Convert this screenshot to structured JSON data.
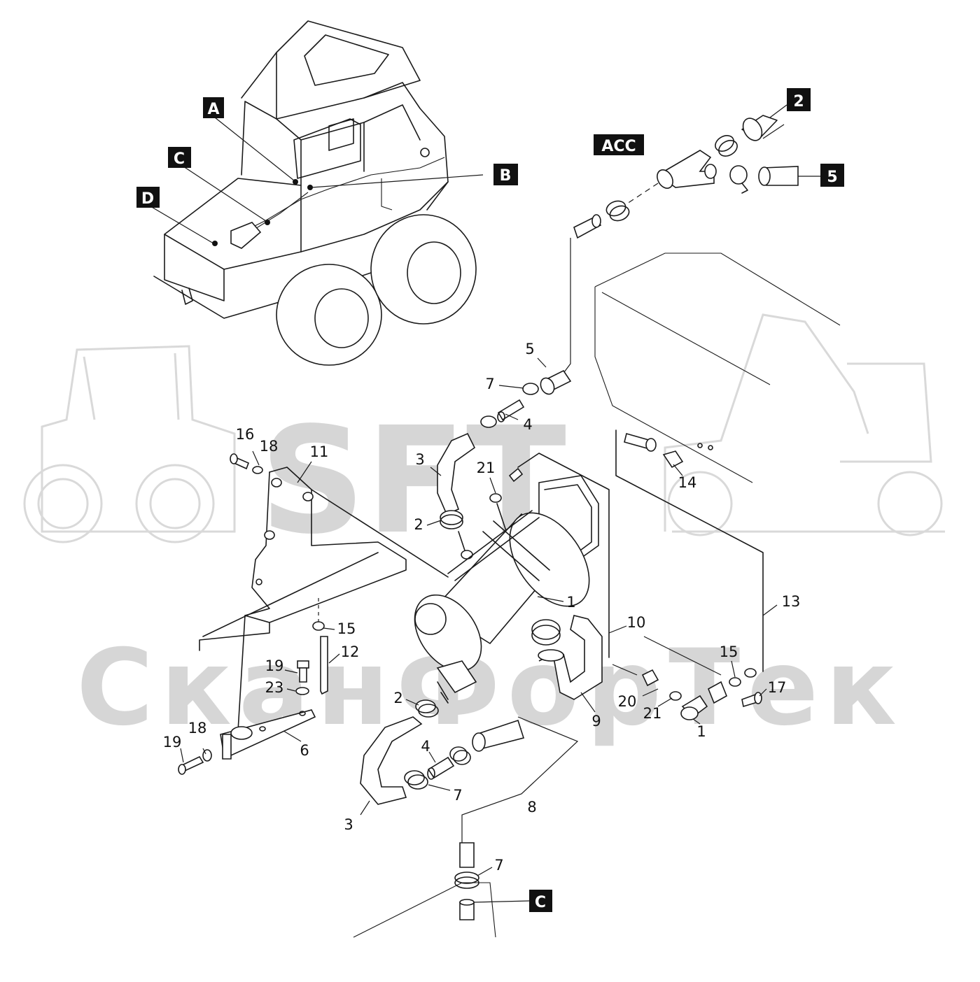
{
  "watermark": {
    "logo_text": "SFT",
    "company_text": "СканФорТек"
  },
  "callouts": {
    "A": "A",
    "B": "B",
    "C_top": "C",
    "D": "D",
    "ACC": "ACC",
    "two": "2",
    "five": "5",
    "C_bottom": "C"
  },
  "labels": {
    "l5": "5",
    "l7a": "7",
    "l4a": "4",
    "l3a": "3",
    "l21a": "21",
    "l2a": "2",
    "l16": "16",
    "l18a": "18",
    "l11": "11",
    "l14": "14",
    "l1a": "1",
    "l13": "13",
    "l10": "10",
    "l15a": "15",
    "l12": "12",
    "l19a": "19",
    "l23": "23",
    "l2b": "2",
    "l15b": "15",
    "l17": "17",
    "l20": "20",
    "l21b": "21",
    "l9": "9",
    "l1b": "1",
    "l4b": "4",
    "l18b": "18",
    "l19b": "19",
    "l6": "6",
    "l7b": "7",
    "l8": "8",
    "l3b": "3",
    "l7c": "7"
  }
}
